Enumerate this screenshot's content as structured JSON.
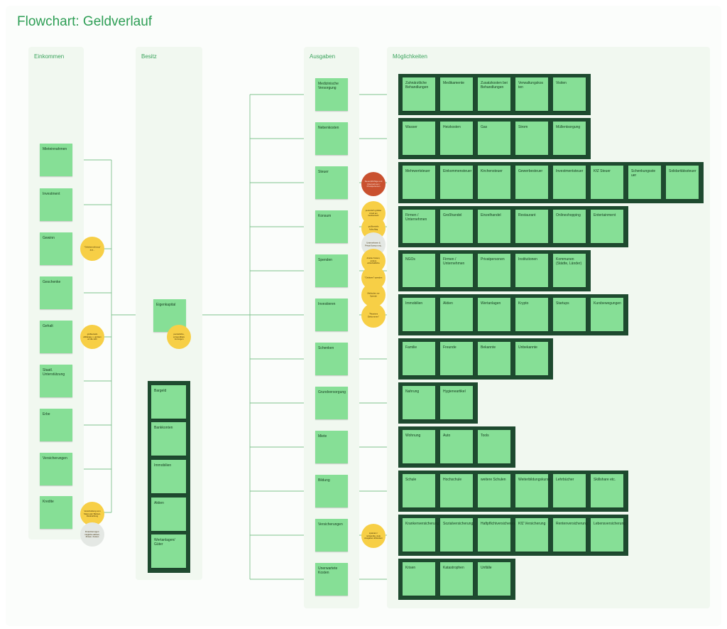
{
  "title": "Flowchart: Geldverlauf",
  "columns": {
    "einkommen": "Einkommen",
    "besitz": "Besitz",
    "ausgaben": "Ausgaben",
    "moeglichkeiten": "Möglichkeiten"
  },
  "einkommen": [
    {
      "label": "Mieteinnahmen"
    },
    {
      "label": "Investment"
    },
    {
      "label": "Gewinn"
    },
    {
      "label": "Geschenke"
    },
    {
      "label": "Gehalt"
    },
    {
      "label": "Staatl. Unterstützung"
    },
    {
      "label": "Erbe"
    },
    {
      "label": "Versicherungen"
    },
    {
      "label": "Kredite"
    }
  ],
  "besitz": {
    "eigenkapital": "Eigenkapital",
    "items": [
      {
        "label": "Bargeld"
      },
      {
        "label": "Bankkonten"
      },
      {
        "label": "Immobilien"
      },
      {
        "label": "Aktien"
      },
      {
        "label": "Wertanlagen/ Güter"
      }
    ]
  },
  "ausgaben": [
    {
      "label": "Medizinische Versorgung",
      "options": [
        "Zahnärztliche Behandlungen",
        "Medikamente",
        "Zusatzkosten bei Behandlungen",
        "Verwaltungskos ten",
        "Visiten"
      ]
    },
    {
      "label": "Nebenkosten",
      "options": [
        "Wasser",
        "Heizkosten",
        "Gas",
        "Strom",
        "Müllentsorgung"
      ]
    },
    {
      "label": "Steuer",
      "options": [
        "Mehrwertsteuer",
        "Einkommensteuer",
        "Kirchensteuer",
        "Gewerbesteuer",
        "Investmentsteuer",
        "KfZ Steuer",
        "Schenkungsste uer",
        "Solidaritätssteuer"
      ]
    },
    {
      "label": "Konsum",
      "options": [
        "Firmen / Unternehmen",
        "Großhandel",
        "Einzelhandel",
        "Restaurant",
        "Onlineshopping",
        "Entertainment"
      ]
    },
    {
      "label": "Spenden",
      "options": [
        "NGOs",
        "Firmen / Unternehmen",
        "Privatpersonen",
        "Institutionen",
        "Kommunen (Städte, Länder)"
      ]
    },
    {
      "label": "Investieren",
      "options": [
        "Immobilien",
        "Aktien",
        "Wertanlagen",
        "Krypto",
        "Startups",
        "Kursbewegungen"
      ]
    },
    {
      "label": "Schenken",
      "options": [
        "Familie",
        "Freunde",
        "Bekannte",
        "Unbekannte"
      ]
    },
    {
      "label": "Grundversorgung",
      "options": [
        "Nahrung",
        "Hygieneartikel"
      ]
    },
    {
      "label": "Miete",
      "options": [
        "Wohnung",
        "Auto",
        "Tools"
      ]
    },
    {
      "label": "Bildung",
      "options": [
        "Schule",
        "Hochschule",
        "weitere Schulen",
        "Weiterbildungskurse",
        "Lehrbücher",
        "Skillshare etc."
      ]
    },
    {
      "label": "Versicherungen",
      "options": [
        "Krankenversicherung",
        "Sozialversicherung",
        "Haftpflichtversicherung",
        "KfZ Versicherung",
        "Rentenversicherung",
        "Lebensversicherung"
      ]
    },
    {
      "label": "Unerwartete Kosten",
      "options": [
        "Krisen",
        "Katastrophen",
        "Unfälle"
      ]
    }
  ],
  "bubbles": [
    {
      "text": "\"Geldvermehrung\" aus...",
      "color": "#f7cf46"
    },
    {
      "text": "größtenteils abhängig, v. großem an die Höh",
      "color": "#f7cf46"
    },
    {
      "text": "Verschuldung vom Staat oder Banken, Rückzahlung",
      "color": "#f7cf46"
    },
    {
      "text": "Finanzierungen: mögliche aktiven, Zinsen, Kosten",
      "color": "#e4e8e4"
    },
    {
      "text": "persönliche, verwendbare Vermögen",
      "color": "#f7cf46"
    },
    {
      "text": "Steuerpflichtige und Unternehmen / Privatpersonen",
      "color": "#c9512f"
    },
    {
      "text": "persönlich größter Anteil am Geldverkehr",
      "color": "#f7cf46"
    },
    {
      "text": "größtenteils Aufschlag",
      "color": "#f7cf46"
    },
    {
      "text": "Unternehmen & Privat Konsum etc.",
      "color": "#e4e8e4"
    },
    {
      "text": "direkte Kosten, andere wirtschaftliche",
      "color": "#f7cf46"
    },
    {
      "text": "\"Geldwert\" spenden",
      "color": "#f7cf46"
    },
    {
      "text": "Methoden zur Spende",
      "color": "#f7cf46"
    },
    {
      "text": "\"Passives Einkommen\"",
      "color": "#f7cf46"
    },
    {
      "text": "sparsam / notwendig, viele Ausgaben abdecken",
      "color": "#f7cf46"
    }
  ],
  "colors": {
    "title": "#2e9e55",
    "sticky": "#86df96",
    "frame": "#1e4a2f",
    "connector": "#7fc28e",
    "bubble_yellow": "#f7cf46",
    "bubble_red": "#c9512f"
  }
}
